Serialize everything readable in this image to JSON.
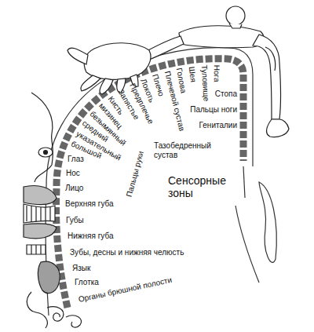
{
  "diagram": {
    "labels": [
      "большой",
      "указательный",
      "средний",
      "безымянный",
      "мизинец",
      "Кисть",
      "Запястье",
      "Предплечье",
      "Локоть",
      "Плечо",
      "Плечевой сустав",
      "Голова",
      "Шея",
      "Туловище",
      "Нога",
      "Стопа",
      "Пальцы ноги",
      "Гениталии",
      "Пальцы руки",
      "Глаз",
      "Нос",
      "Лицо",
      "Верхняя губа",
      "Губы",
      "Нижняя губа",
      "Зубы, десны и нижняя челюсть",
      "Язык",
      "Глотка",
      "Органы брюшной полости",
      "Тазобедренный сустав",
      "Сенсорные зоны"
    ]
  }
}
